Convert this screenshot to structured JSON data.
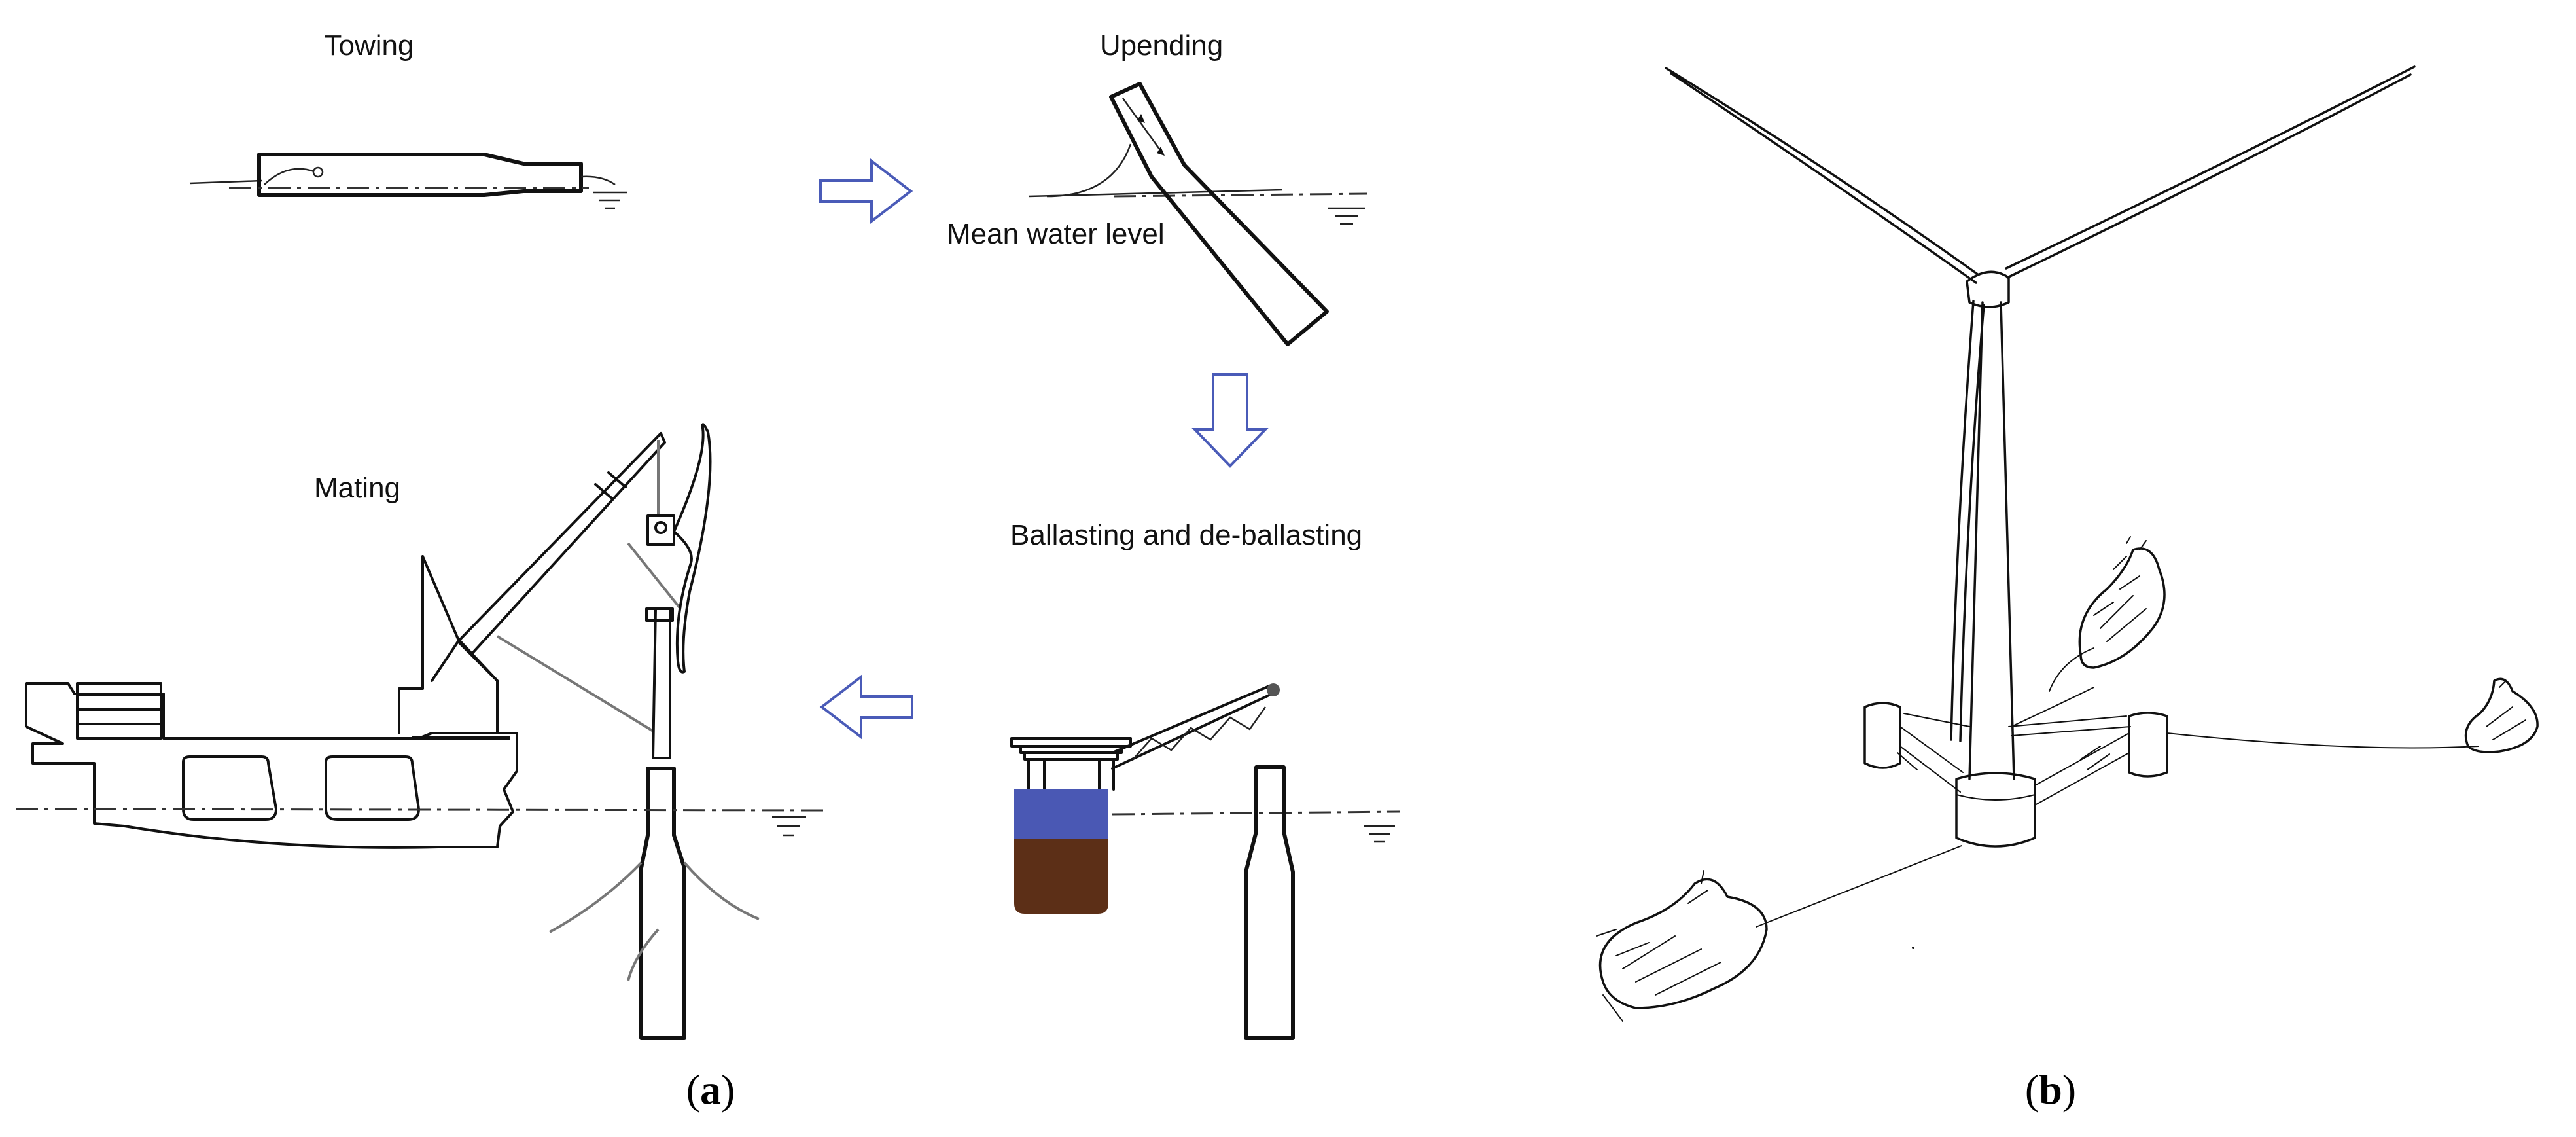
{
  "panel_a": {
    "labels": {
      "towing": "Towing",
      "upending": "Upending",
      "mean_water_level": "Mean water level",
      "ballasting": "Ballasting and de-ballasting",
      "mating": "Mating"
    },
    "caption_open": "(",
    "caption_letter": "a",
    "caption_close": ")",
    "arrow_color": "#4a5bb8",
    "ballast_water_color": "#4a58b4",
    "ballast_solid_color": "#5c2f17"
  },
  "panel_b": {
    "caption_open": "(",
    "caption_letter": "b",
    "caption_close": ")"
  }
}
